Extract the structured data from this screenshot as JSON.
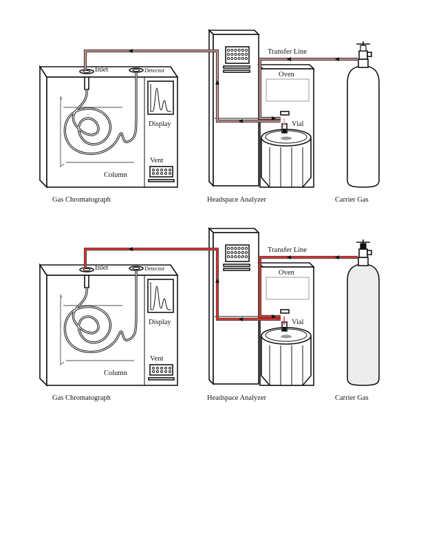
{
  "diagrams": [
    {
      "variant": "upper",
      "labels": {
        "inlet": "Inlet",
        "detector": "Detector",
        "display": "Display",
        "vent": "Vent",
        "column": "Column",
        "gas_chromatograph": "Gas Chromatograph",
        "headspace_analyzer": "Headspace Analyzer",
        "transfer_line": "Transfer Line",
        "oven": "Oven",
        "vial": "Vial",
        "carrier_gas": "Carrier Gas"
      }
    },
    {
      "variant": "lower",
      "labels": {
        "inlet": "Inlet",
        "detector": "Detector",
        "display": "Display",
        "vent": "Vent",
        "column": "Column",
        "gas_chromatograph": "Gas Chromatograph",
        "headspace_analyzer": "Headspace Analyzer",
        "transfer_line": "Transfer Line",
        "oven": "Oven",
        "vial": "Vial",
        "carrier_gas": "Carrier Gas"
      }
    }
  ],
  "colors": {
    "gas_line": "#e8302a",
    "gas_line_light": "#f2a09a",
    "outline": "#111111",
    "shade": "#bdbdbd",
    "cylinder_fill_lower": "#ececec"
  }
}
